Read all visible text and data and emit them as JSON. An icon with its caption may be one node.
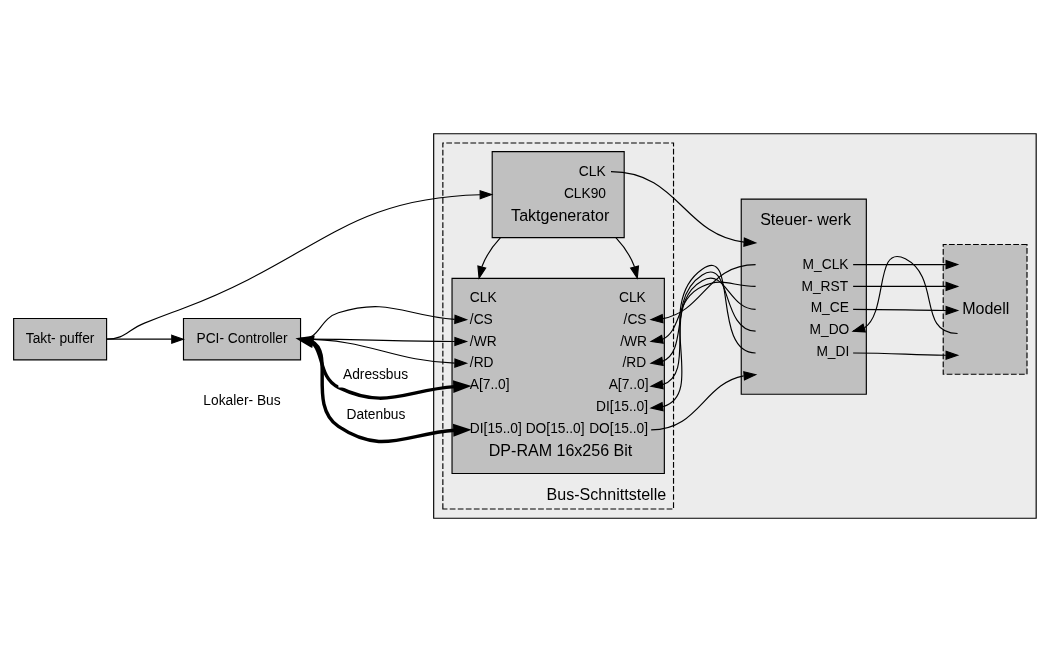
{
  "diagram": {
    "nodes": [
      {
        "text": [
          "Takt- puffer"
        ]
      },
      {
        "text": [
          "PCI- Controller"
        ]
      },
      {
        "text": [],
        "shape": "box"
      },
      {
        "text": [
          "Bus-Schnittstelle"
        ],
        "in": 2
      },
      {
        "text": [
          "CLK",
          "CLK90",
          "Taktgenerator"
        ],
        "in": 3
      },
      {
        "text": [
          "CLK",
          "/CS",
          "/WR",
          "/RD",
          "A[7..0]",
          "DI[15..0] DO[15..0]",
          "CLK",
          "/CS",
          "/WR",
          "/RD",
          "A[7..0]",
          "DI[15..0]",
          "DO[15..0]",
          "DP-RAM 16x256 Bit"
        ],
        "in": 3
      },
      {
        "text": [
          "Steuer- werk",
          "M_CLK",
          "M_RST",
          "M_CE",
          "M_DO",
          "M_DI"
        ],
        "in": 2
      },
      {
        "text": [
          "Modell"
        ],
        "in": 2
      }
    ],
    "edges": [
      {
        "from": 0,
        "to": 4,
        "arrow": "to"
      },
      {
        "from": 0,
        "to": 1,
        "arrow": "to"
      },
      {
        "from": 4,
        "to": 6,
        "arrow": "to"
      },
      {
        "from": 4,
        "to": 5,
        "arrow": "to"
      },
      {
        "from": 4,
        "to": 5,
        "arrow": "to"
      },
      {
        "from": 1,
        "to": 5,
        "arrow": "to"
      },
      {
        "from": 1,
        "to": 5,
        "arrow": "to"
      },
      {
        "from": 1,
        "to": 5,
        "arrow": "to"
      },
      {
        "from": 1,
        "to": 5,
        "arrow": "to",
        "label": "Adressbus",
        "style": "thick"
      },
      {
        "from": 1,
        "to": 5,
        "arrow": "both",
        "label": "Datenbus",
        "style": "thick"
      },
      {
        "from": 6,
        "to": 5,
        "arrow": "to"
      },
      {
        "from": 6,
        "to": 5,
        "arrow": "to"
      },
      {
        "from": 6,
        "to": 5,
        "arrow": "to"
      },
      {
        "from": 6,
        "to": 5,
        "arrow": "to"
      },
      {
        "from": 6,
        "to": 5,
        "arrow": "to"
      },
      {
        "from": 5,
        "to": 6,
        "arrow": "to"
      },
      {
        "from": 6,
        "to": 7,
        "arrow": "to"
      },
      {
        "from": 6,
        "to": 7,
        "arrow": "to"
      },
      {
        "from": 6,
        "to": 7,
        "arrow": "to"
      },
      {
        "from": 7,
        "to": 6,
        "arrow": "to"
      },
      {
        "from": 6,
        "to": 7,
        "arrow": "to"
      }
    ],
    "labels": [
      "Lokaler- Bus"
    ]
  }
}
